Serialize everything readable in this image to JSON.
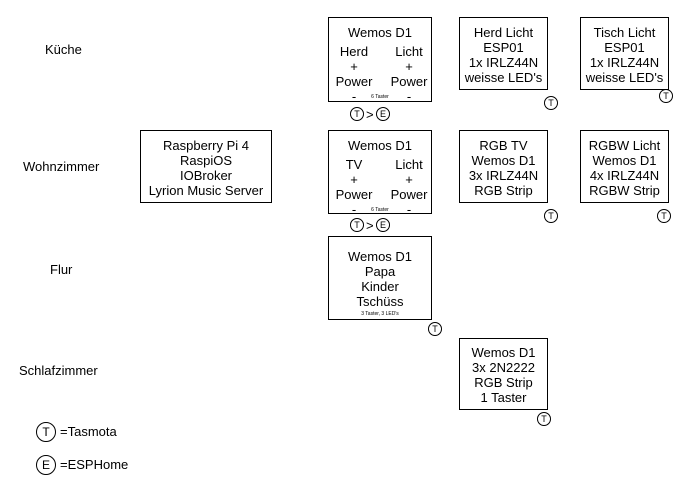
{
  "rooms": [
    "Küche",
    "Wohnzimmer",
    "Flur",
    "Schlafzimmer"
  ],
  "server": {
    "lines": [
      "Raspberry Pi 4",
      "RaspiOS",
      "IOBroker",
      "Lyrion Music Server"
    ]
  },
  "kueche_wemos": {
    "title": "Wemos D1",
    "col1": [
      "Herd",
      "+",
      "Power",
      "-"
    ],
    "col2": [
      "Licht",
      "+",
      "Power",
      "-"
    ],
    "note": "6 Taster"
  },
  "herd_licht": {
    "lines": [
      "Herd Licht",
      "ESP01",
      "1x IRLZ44N",
      "weisse LED's"
    ],
    "badge": "T"
  },
  "tisch_licht": {
    "lines": [
      "Tisch Licht",
      "ESP01",
      "1x IRLZ44N",
      "weisse LED's"
    ],
    "badge": "T"
  },
  "wohn_wemos": {
    "title": "Wemos D1",
    "col1": [
      "TV",
      "+",
      "Power",
      "-"
    ],
    "col2": [
      "Licht",
      "+",
      "Power",
      "-"
    ],
    "note": "6 Taster"
  },
  "rgb_tv": {
    "lines": [
      "RGB TV",
      "Wemos D1",
      "3x IRLZ44N",
      "RGB Strip"
    ],
    "badge": "T"
  },
  "rgbw_licht": {
    "lines": [
      "RGBW Licht",
      "Wemos D1",
      "4x IRLZ44N",
      "RGBW Strip"
    ],
    "badge": "T"
  },
  "flur_wemos": {
    "lines": [
      "Wemos D1",
      "Papa",
      "Kinder",
      "Tschüss"
    ],
    "note": "3 Taster, 3 LED's",
    "badge": "T"
  },
  "schlaf_wemos": {
    "lines": [
      "Wemos D1",
      "3x 2N2222",
      "RGB Strip",
      "1 Taster"
    ],
    "badge": "T"
  },
  "migration": {
    "from": "T",
    "arrow": ">",
    "to": "E"
  },
  "legend": [
    {
      "symbol": "T",
      "label": "=Tasmota"
    },
    {
      "symbol": "E",
      "label": "=ESPHome"
    }
  ]
}
